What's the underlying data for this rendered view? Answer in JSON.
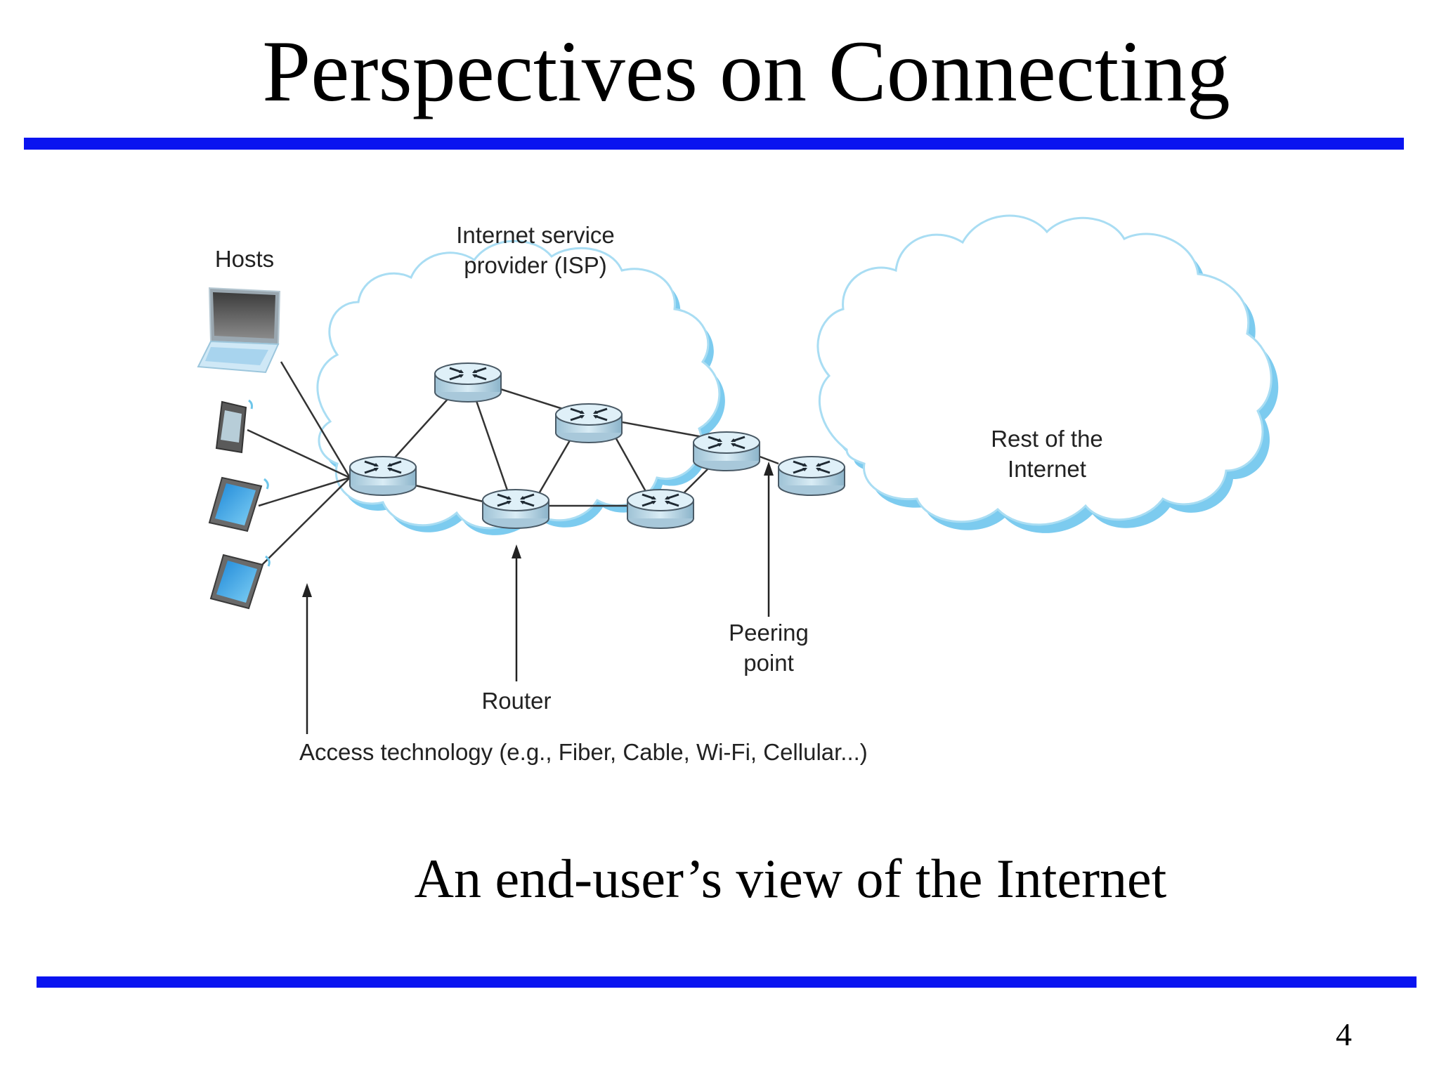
{
  "slide": {
    "title": "Perspectives on Connecting",
    "caption": "An end-user’s view of the Internet",
    "page_number": "4"
  },
  "diagram": {
    "labels": {
      "hosts": "Hosts",
      "isp_line1": "Internet service",
      "isp_line2": "provider (ISP)",
      "rest_line1": "Rest of the",
      "rest_line2": "Internet",
      "peering_line1": "Peering",
      "peering_line2": "point",
      "router": "Router",
      "access": "Access technology (e.g., Fiber, Cable, Wi-Fi, Cellular...)"
    },
    "icons": [
      "laptop-icon",
      "smartphone-icon",
      "tablet-icon",
      "tablet-icon",
      "router-icon"
    ],
    "colors": {
      "rule": "#0a14f0",
      "cloud_outline": "#6ec6ea",
      "router_fill": "#cfe6f1"
    }
  }
}
